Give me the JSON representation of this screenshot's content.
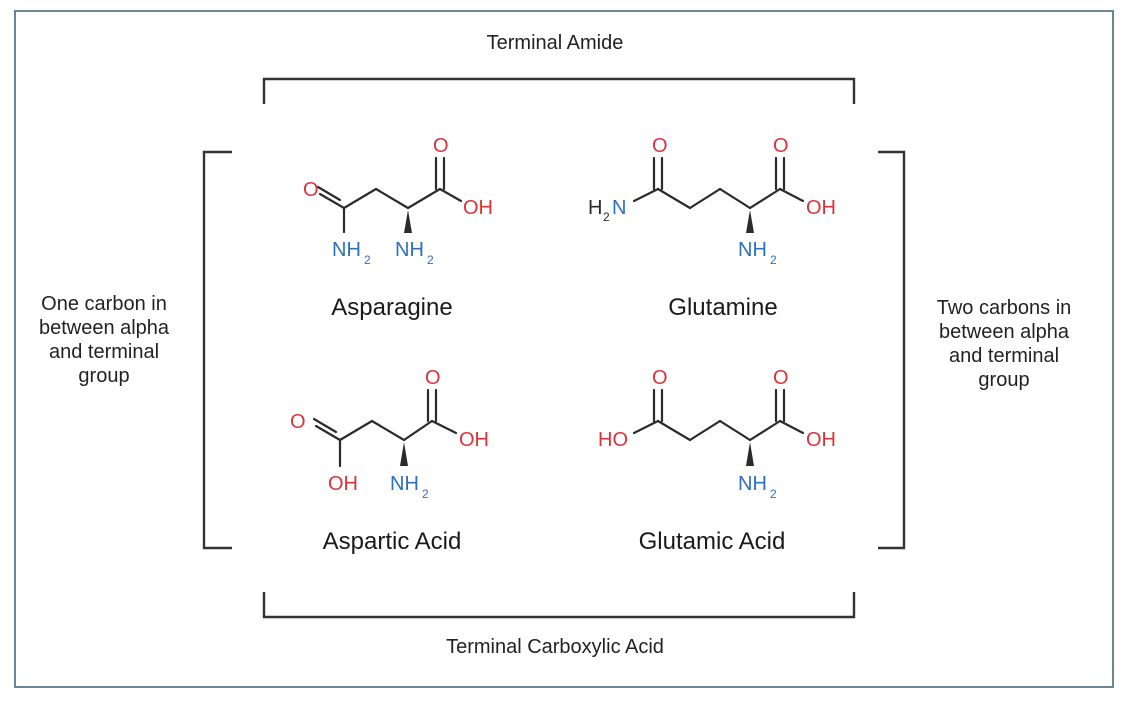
{
  "labels": {
    "top": "Terminal Amide",
    "bottom": "Terminal Carboxylic Acid",
    "left": [
      "One carbon in",
      "between alpha",
      "and terminal",
      "group"
    ],
    "right": [
      "Two carbons in",
      "between alpha",
      "and terminal",
      "group"
    ]
  },
  "molecules": {
    "asparagine": "Asparagine",
    "glutamine": "Glutamine",
    "aspartic_acid": "Aspartic Acid",
    "glutamic_acid": "Glutamic Acid"
  },
  "atoms": {
    "O": "O",
    "OH": "OH",
    "HO": "HO",
    "N": "N",
    "H": "H",
    "NH": "NH",
    "sub2": "2"
  },
  "colors": {
    "oxygen": "#d8343a",
    "nitrogen": "#2e6fbe",
    "bond": "#2b2b2b",
    "frame": "#6b8596"
  }
}
